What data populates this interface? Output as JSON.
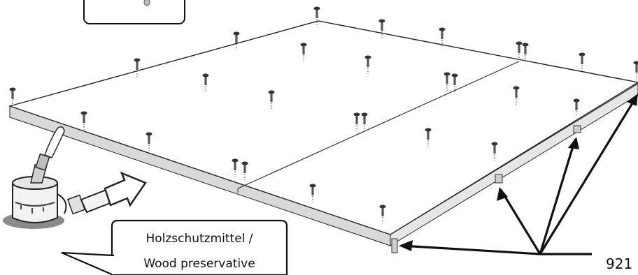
{
  "callout": {
    "line1": "Holzschutzmittel /",
    "line2": "Wood preservative"
  },
  "part_number": "921",
  "icons": {
    "paint_can": "paint-can-with-brush-icon",
    "arrow": "right-arrow-icon",
    "screw": "screw-icon"
  },
  "colors": {
    "line": "#1a1a1a",
    "board_edge": "#d9d9d9",
    "shadow": "#7a7a7a"
  }
}
